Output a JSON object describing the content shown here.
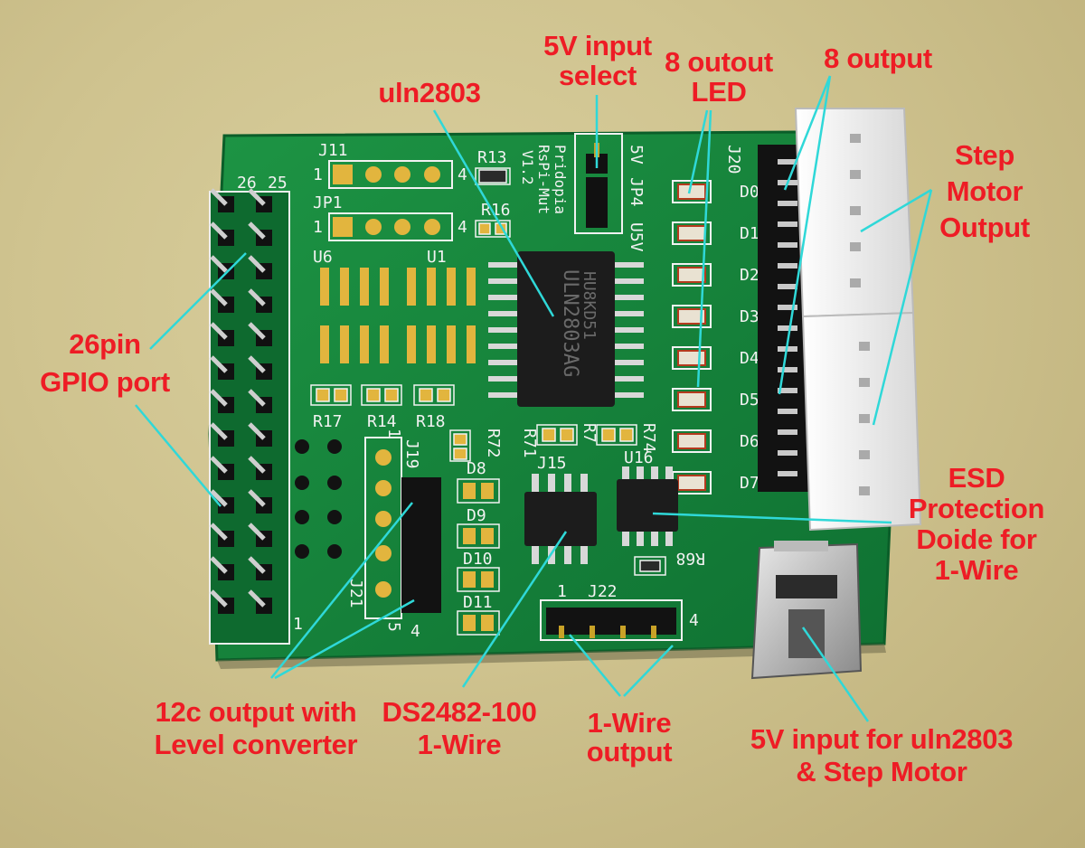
{
  "labels": {
    "input_select": [
      "5V input",
      "select"
    ],
    "uln2803": [
      "uln2803"
    ],
    "outout_led": [
      "8 outout",
      "LED"
    ],
    "output_8": [
      "8 output"
    ],
    "step_motor": [
      "Step",
      "Motor",
      "Output"
    ],
    "gpio": [
      "26pin",
      "GPIO port"
    ],
    "esd": [
      "ESD",
      "Protection",
      "Doide for",
      "1-Wire"
    ],
    "i2c": [
      "12c output with",
      "Level converter"
    ],
    "ds2482": [
      "DS2482-100",
      "1-Wire"
    ],
    "onewire_out": [
      "1-Wire",
      "output"
    ],
    "usb_input": [
      "5V input for uln2803",
      "& Step Motor"
    ]
  },
  "silkscreen": {
    "j11": "J11",
    "jp1": "JP1",
    "j20": "J20",
    "jp4": "JP4",
    "u5v": "U5V",
    "v5": "5V",
    "board_name": "Pridopia",
    "board_sub": "RsPi-Mut",
    "board_ver": "V1.2",
    "r13": "R13",
    "r16": "R16",
    "u6": "U6",
    "u1": "U1",
    "r17": "R17",
    "r14": "R14",
    "r18": "R18",
    "r72": "R72",
    "r71": "R71",
    "r7": "R7",
    "r74": "R74",
    "j15": "J15",
    "u16": "U16",
    "j19": "J19",
    "j21": "J21",
    "j22": "J22",
    "r68": "R68",
    "d8": "D8",
    "d9": "D9",
    "d10": "D10",
    "d11": "D11",
    "p26": "26",
    "p25": "25",
    "p1": "1",
    "p1b": "1",
    "p4": "4",
    "p4b": "4",
    "p1c": "1",
    "p4c": "4",
    "p1d": "1",
    "p5": "5",
    "p1e": "1",
    "ic_main": "ULN2803AG",
    "ic_code": "HU8KD51",
    "leds": [
      "D0",
      "D1",
      "D2",
      "D3",
      "D4",
      "D5",
      "D6",
      "D7"
    ]
  },
  "colors": {
    "label": "#ee1c25",
    "leader": "#2fd8d8",
    "board": "#17853c",
    "silk": "#f2f2f2",
    "background": "#d2c690"
  }
}
